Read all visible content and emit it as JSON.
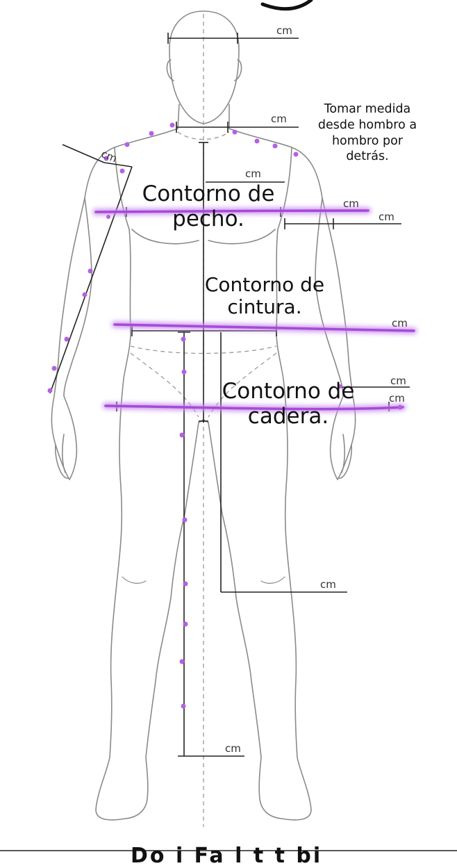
{
  "labels": {
    "chest": "Contorno de\npecho.",
    "waist": "Contorno de\ncintura.",
    "hip": "Contorno de\ncadera.",
    "shoulder_note": "Tomar medida\ndesde hombro a\nhombro por\ndetrás."
  },
  "units": {
    "head": "cm",
    "neck": "cm",
    "arm": "cm",
    "torso": "cm",
    "chest": "cm",
    "bicep": "cm",
    "waist": "cm",
    "hip_upper": "cm",
    "hip": "cm",
    "inseam": "cm",
    "length": "cm"
  },
  "footer": "Do   i    Fa      l   t    t   bi",
  "colors": {
    "accent": "#a64ad6",
    "outline": "#8a8a8a",
    "measure": "#222222"
  }
}
